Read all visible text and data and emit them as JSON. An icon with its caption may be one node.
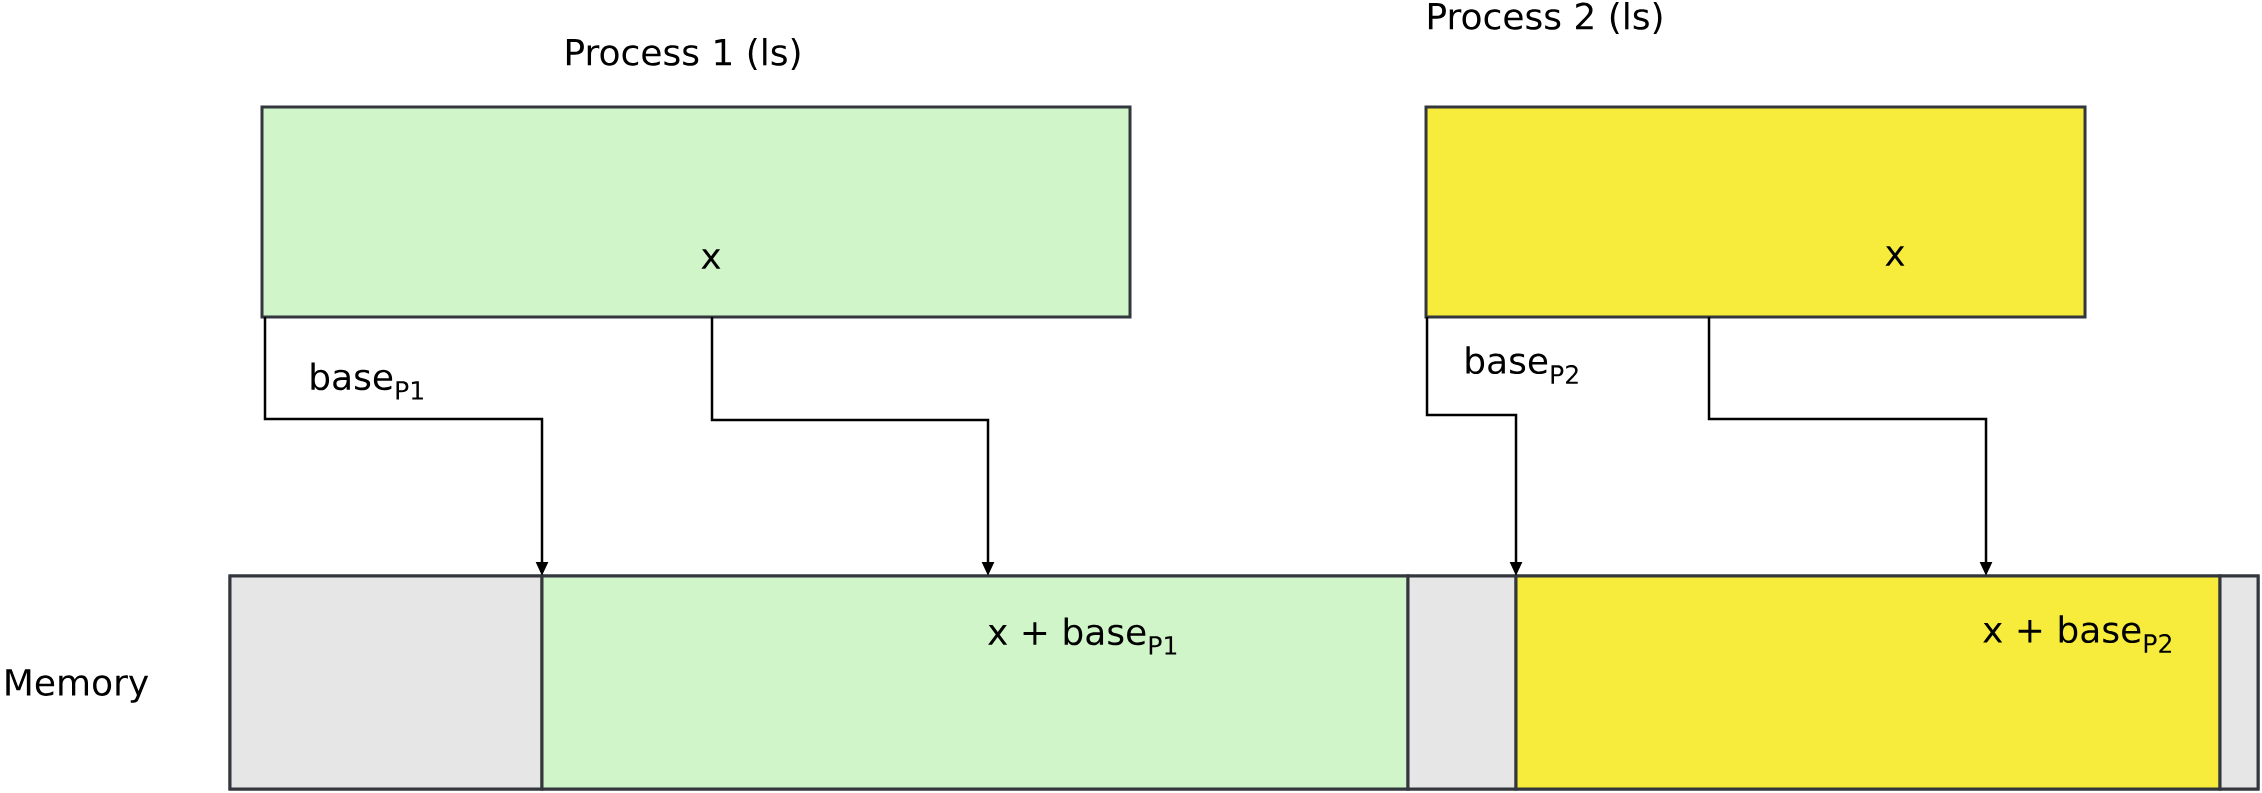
{
  "diagram": {
    "nodes": [
      {
        "text": [
          "Process 1 (ls)",
          "x"
        ]
      },
      {
        "text": [
          "Process 2 (ls)",
          "x"
        ]
      },
      {
        "text": [
          "Memory"
        ]
      },
      {
        "text": [],
        "shape": "box",
        "in": 2
      },
      {
        "text": [
          "x + base$_{P1}$"
        ],
        "in": 2
      },
      {
        "text": [],
        "shape": "box",
        "in": 2
      },
      {
        "text": [
          "x + base$_{P2}$"
        ],
        "in": 2
      },
      {
        "text": [],
        "shape": "box",
        "in": 2
      }
    ],
    "edges": [
      {
        "from": 0,
        "to": 4,
        "arrow": "to",
        "label": "base$_{P1}$"
      },
      {
        "from": 0,
        "to": 4,
        "arrow": "to"
      },
      {
        "from": 1,
        "to": 6,
        "arrow": "to",
        "label": "base$_{P2}$"
      },
      {
        "from": 1,
        "to": 6,
        "arrow": "to"
      }
    ]
  }
}
